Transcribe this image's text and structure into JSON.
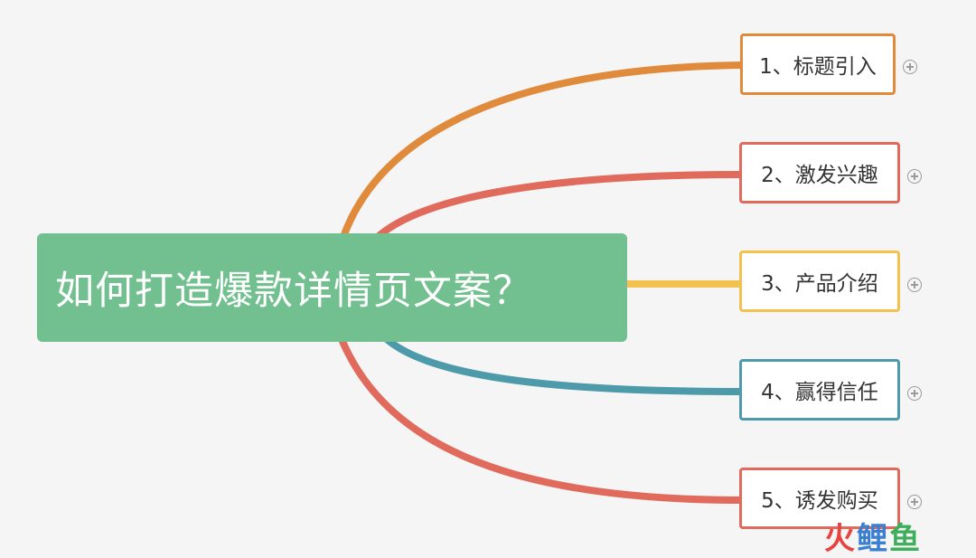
{
  "root": {
    "title": "如何打造爆款详情页文案？",
    "color": "#72c08f"
  },
  "branches": [
    {
      "label": "1、标题引入",
      "color": "#e08a3c",
      "expand_icon": "plus-circle-icon"
    },
    {
      "label": "2、激发兴趣",
      "color": "#e06a5c",
      "expand_icon": "plus-circle-icon"
    },
    {
      "label": "3、产品介绍",
      "color": "#f2c14e",
      "expand_icon": "plus-circle-icon"
    },
    {
      "label": "4、赢得信任",
      "color": "#4d9aaa",
      "expand_icon": "plus-circle-icon"
    },
    {
      "label": "5、诱发购买",
      "color": "#e06a5c",
      "expand_icon": "plus-circle-icon"
    }
  ],
  "watermark": {
    "char1": "火",
    "char2": "鲤",
    "char3": "鱼"
  }
}
